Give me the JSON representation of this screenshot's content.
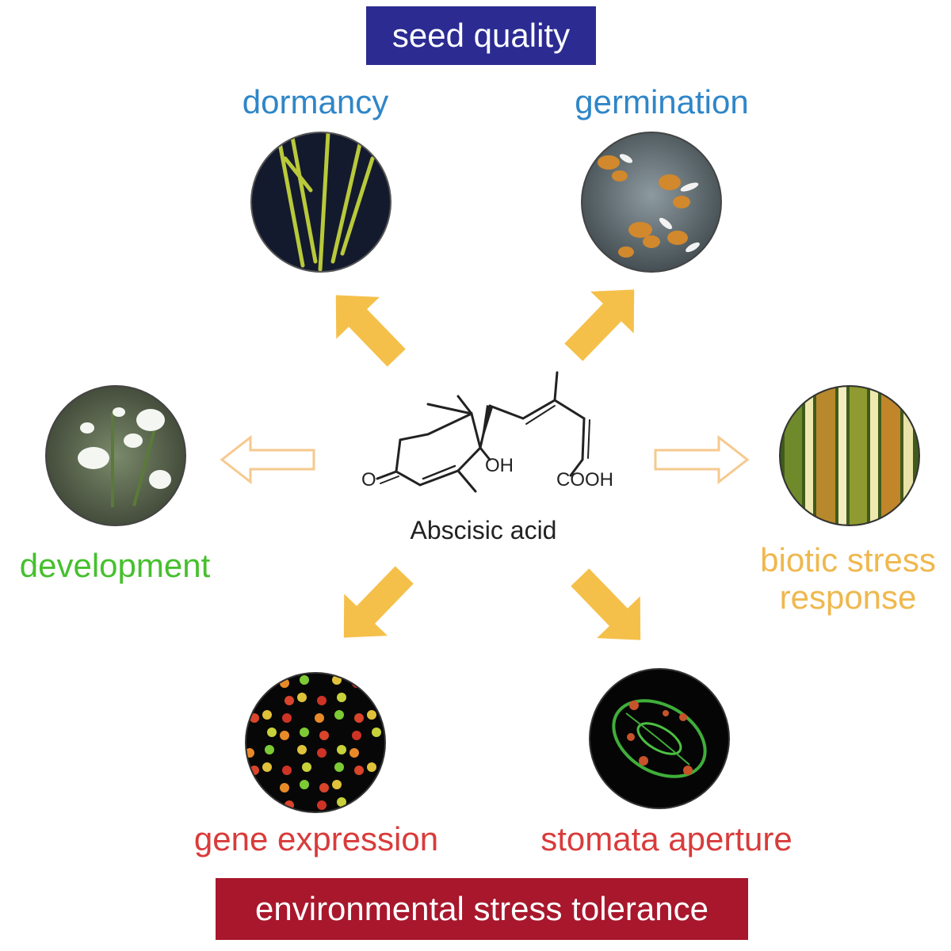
{
  "banners": {
    "top": "seed quality",
    "bottom": "environmental stress tolerance"
  },
  "labels": {
    "dormancy": "dormancy",
    "germination": "germination",
    "development": "development",
    "biotic_line1": "biotic stress",
    "biotic_line2": "response",
    "gene_expression": "gene expression",
    "stomata_aperture": "stomata aperture"
  },
  "molecule": {
    "name": "Abscisic acid",
    "oh": "OH",
    "ketone_o": "O",
    "carboxyl": "COOH"
  },
  "colors": {
    "banner_top": "#2b2b92",
    "banner_bottom": "#a8172c",
    "seed_label": "#2f86c8",
    "development_label": "#46c02e",
    "biotic_label": "#efb84e",
    "stress_label": "#d93b3b",
    "arrow_solid": "#f5c04a",
    "arrow_outline": "#f6c98e"
  }
}
